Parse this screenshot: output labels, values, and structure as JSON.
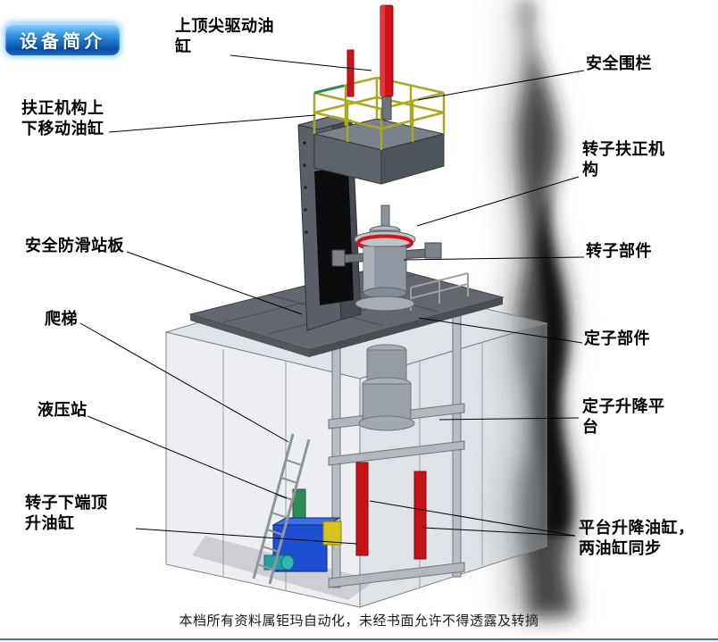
{
  "badge": {
    "label": "设备简介"
  },
  "callouts": {
    "top_spindle_cylinder": "上顶尖驱动油缸",
    "safety_fence": "安全围栏",
    "centering_lift_cylinder": "扶正机构上下移动油缸",
    "rotor_centering_mechanism": "转子扶正机构",
    "anti_slip_platform": "安全防滑站板",
    "ladder": "爬梯",
    "rotor_component": "转子部件",
    "stator_component": "定子部件",
    "hydraulic_station": "液压站",
    "stator_lift_platform": "定子升降平台",
    "rotor_bottom_jack_cylinder": "转子下端顶升油缸",
    "platform_lift_cylinders": "平台升降油缸，两油缸同步"
  },
  "footer": {
    "text": "本档所有资料属钜玛自动化，未经书面允许不得透露及转摘"
  },
  "colors": {
    "badge_blue": "#0a4fa8",
    "cylinder_red": "#cf1419",
    "hydraulic_blue": "#1d4fd0",
    "railing_yellow": "#a9a81f"
  }
}
